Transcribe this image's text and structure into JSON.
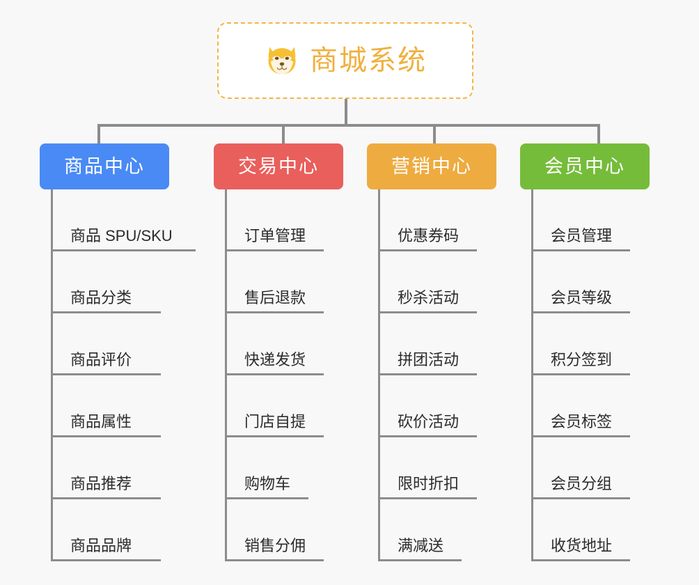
{
  "canvas": {
    "background": "#f8f8f8",
    "connector_color": "#8c8c8c"
  },
  "root": {
    "title": "商城系统",
    "icon": "shiba-dog-icon",
    "border_color": "#f2b544",
    "text_color": "#f0b03f",
    "background": "#ffffff"
  },
  "branches": [
    {
      "id": "product-center",
      "label": "商品中心",
      "color": "#4a8af4",
      "items": [
        "商品 SPU/SKU",
        "商品分类",
        "商品评价",
        "商品属性",
        "商品推荐",
        "商品品牌"
      ]
    },
    {
      "id": "trade-center",
      "label": "交易中心",
      "color": "#e95f5c",
      "items": [
        "订单管理",
        "售后退款",
        "快递发货",
        "门店自提",
        "购物车",
        "销售分佣"
      ]
    },
    {
      "id": "marketing-center",
      "label": "营销中心",
      "color": "#eeab40",
      "items": [
        "优惠券码",
        "秒杀活动",
        "拼团活动",
        "砍价活动",
        "限时折扣",
        "满减送"
      ]
    },
    {
      "id": "member-center",
      "label": "会员中心",
      "color": "#76bc3b",
      "items": [
        "会员管理",
        "会员等级",
        "积分签到",
        "会员标签",
        "会员分组",
        "收货地址"
      ]
    }
  ],
  "layout": {
    "branch_x": [
      70,
      320,
      540,
      760
    ],
    "category_x": [
      57,
      307,
      527,
      747
    ],
    "category_w": [
      186,
      186,
      186,
      186
    ],
    "drop_x": [
      140,
      405,
      622,
      858
    ],
    "leaf_widths": [
      [
        208,
        158,
        158,
        158,
        158,
        158
      ],
      [
        142,
        142,
        142,
        142,
        120,
        142
      ],
      [
        142,
        142,
        142,
        142,
        142,
        120
      ],
      [
        142,
        142,
        142,
        142,
        142,
        142
      ]
    ]
  }
}
